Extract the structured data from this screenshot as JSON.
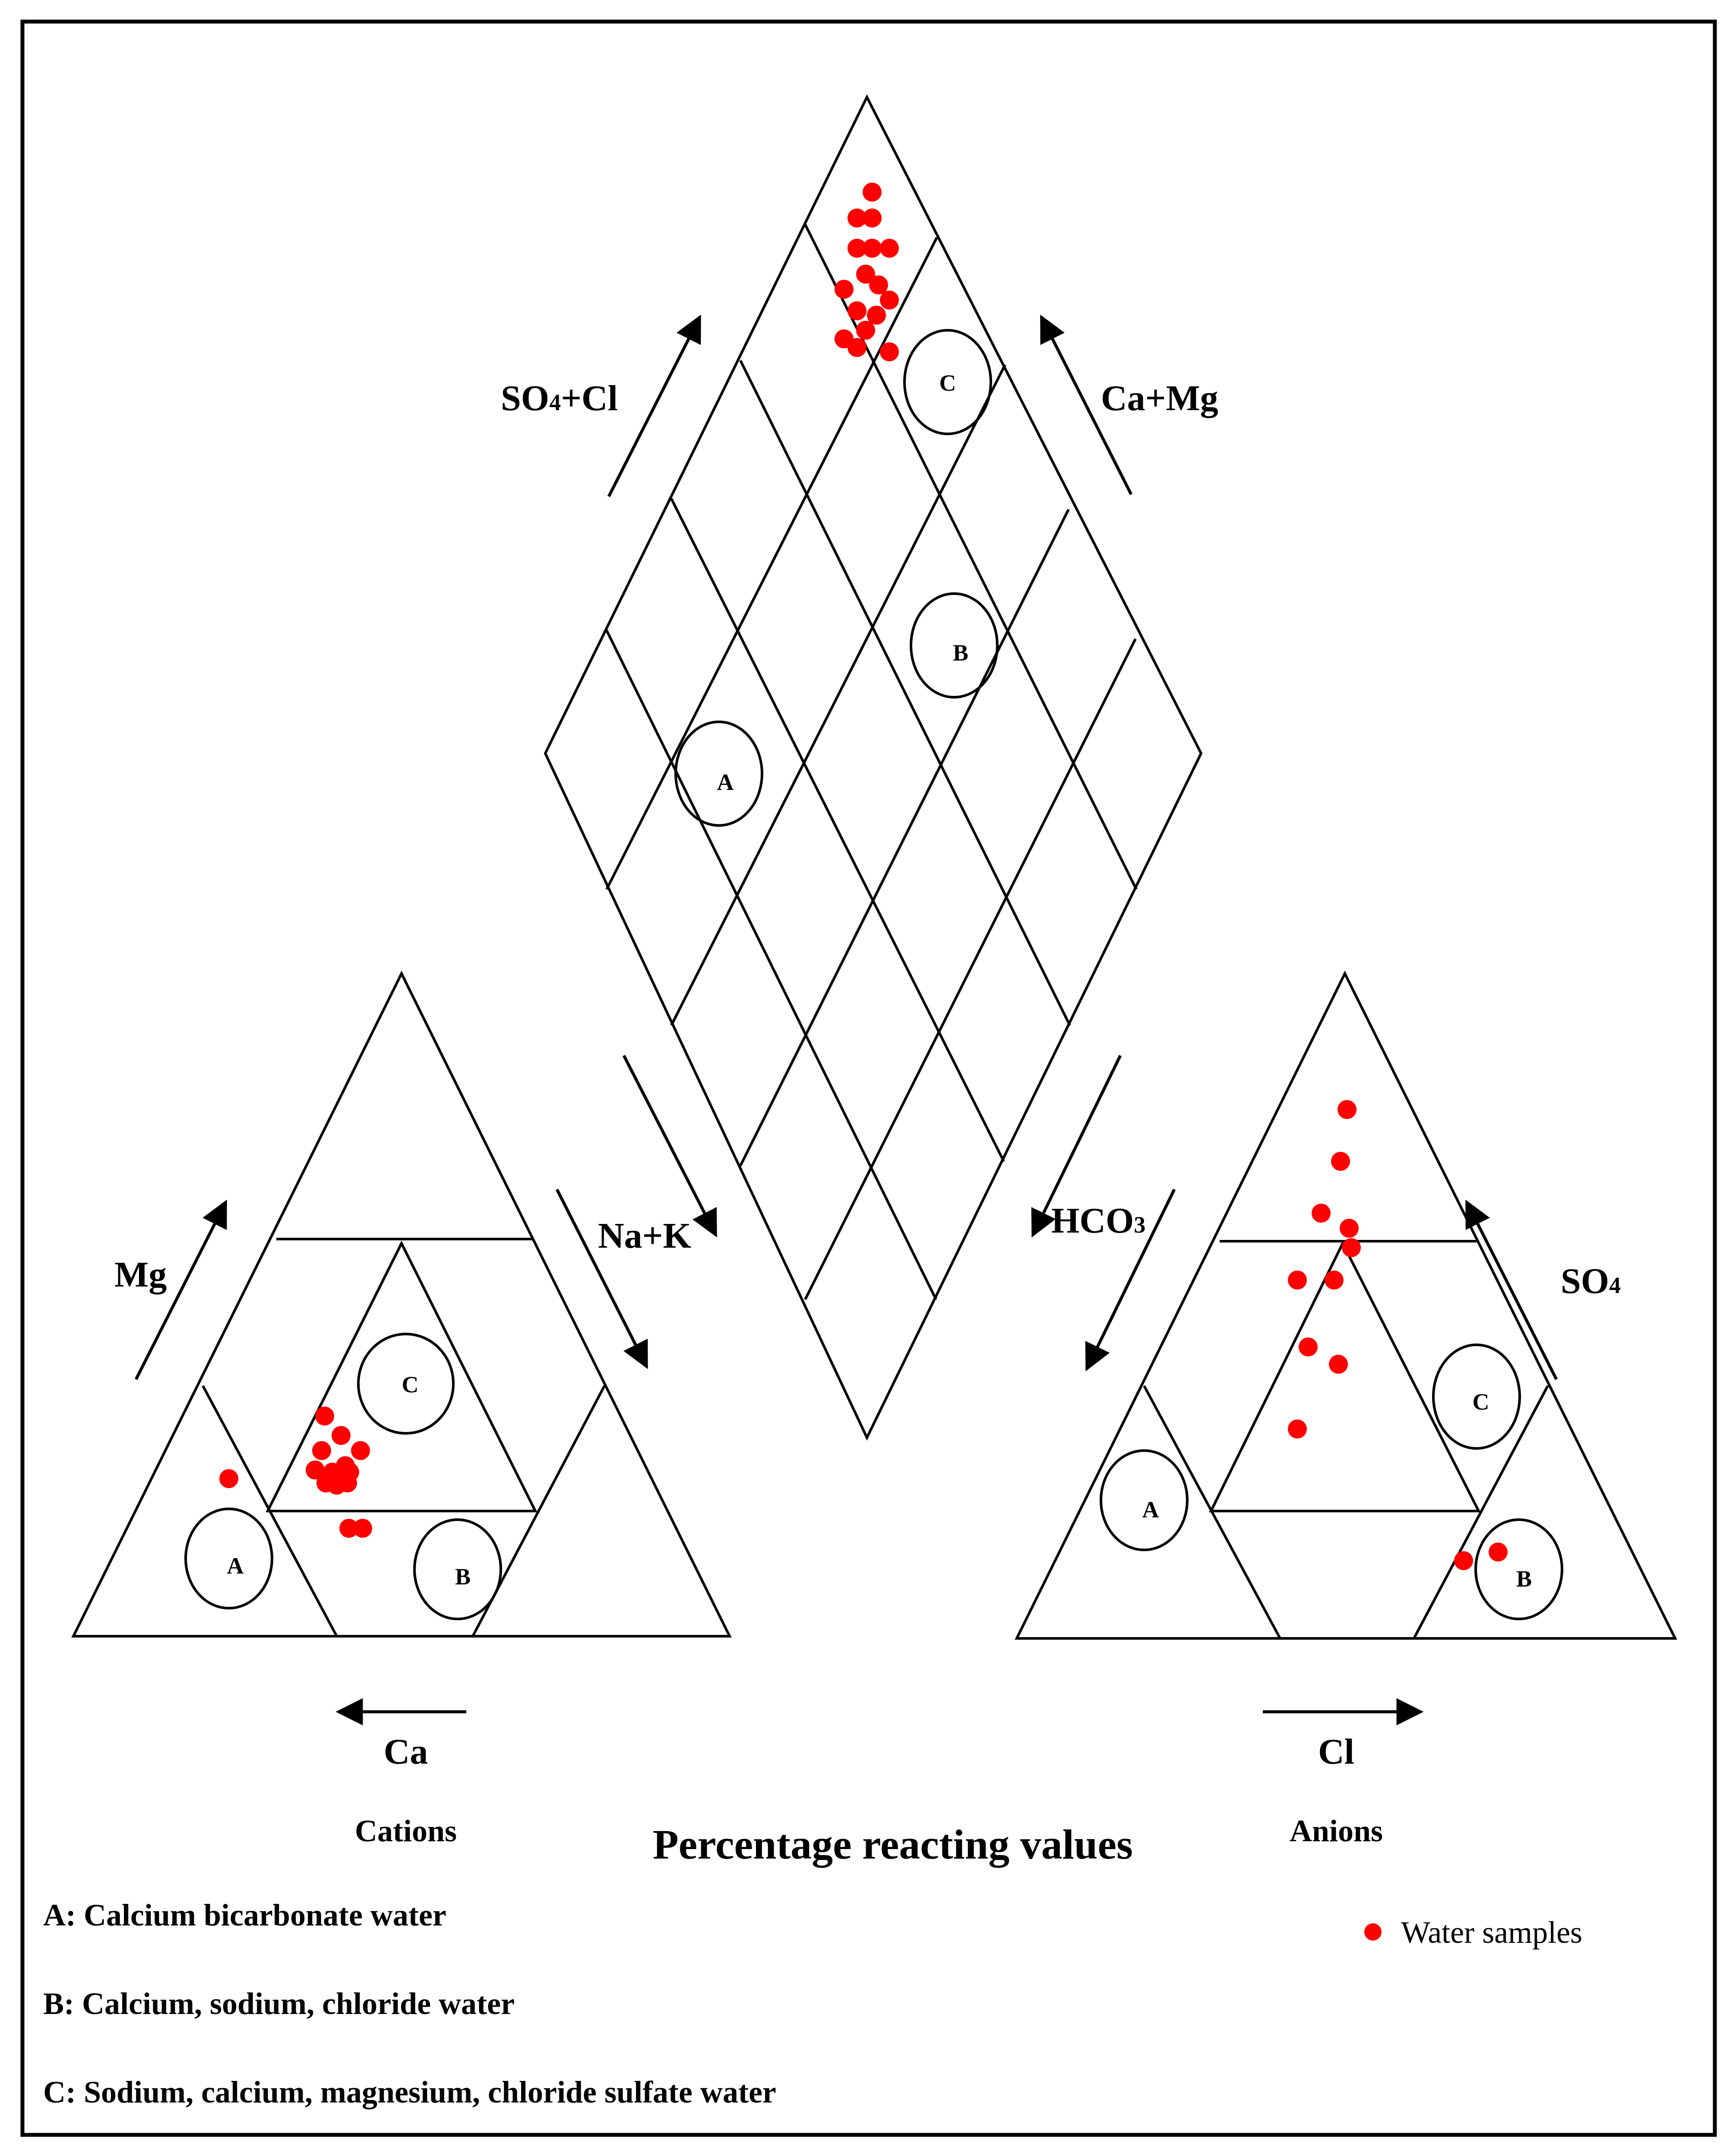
{
  "figure": {
    "title": "Percentage reacting values",
    "sample_color": "#ff0000"
  },
  "cation_triangle": {
    "name": "Cations",
    "axis_mg": "Mg",
    "axis_nak": "Na+K",
    "axis_ca": "Ca",
    "zones": [
      "A",
      "C",
      "B"
    ]
  },
  "anion_triangle": {
    "name": "Anions",
    "axis_hco3_main": "HCO",
    "axis_hco3_sub": "3",
    "axis_so4_main": "SO",
    "axis_so4_sub": "4",
    "axis_cl": "Cl",
    "zones": [
      "A",
      "C",
      "B"
    ]
  },
  "diamond": {
    "axis_so4cl_a": "SO",
    "axis_so4cl_sub": "4",
    "axis_so4cl_b": "+Cl",
    "axis_camg": "Ca+Mg",
    "zones": [
      "C",
      "B",
      "A"
    ]
  },
  "key": {
    "a": "A: Calcium bicarbonate water",
    "b": "B: Calcium, sodium, chloride water",
    "c": "C: Sodium, calcium, magnesium, chloride sulfate water"
  },
  "legend": {
    "label": "Water samples",
    "marker_color": "#ff0000"
  }
}
